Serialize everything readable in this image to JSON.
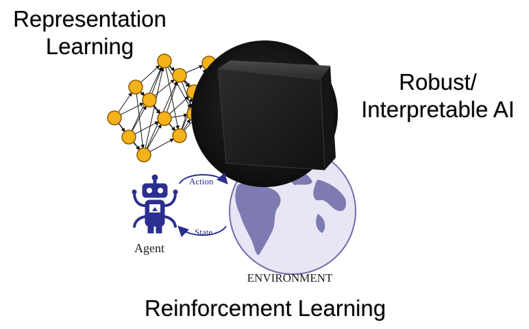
{
  "labels": {
    "representation_learning": [
      "Representation",
      "Learning"
    ],
    "robust_ai": [
      "Robust/",
      "Interpretable AI"
    ],
    "reinforcement_learning": "Reinforcement Learning"
  },
  "rl_diagram": {
    "agent": "Agent",
    "environment": "ENVIRONMENT",
    "action": "Action",
    "state": "State"
  },
  "colors": {
    "node_fill": "#f6b21b",
    "node_stroke": "#8a5a00",
    "globe_ocean": "#e8e6f4",
    "globe_land": "#7e7bb3",
    "robot": "#2b2f8f",
    "cube": "#1a1a1a"
  }
}
